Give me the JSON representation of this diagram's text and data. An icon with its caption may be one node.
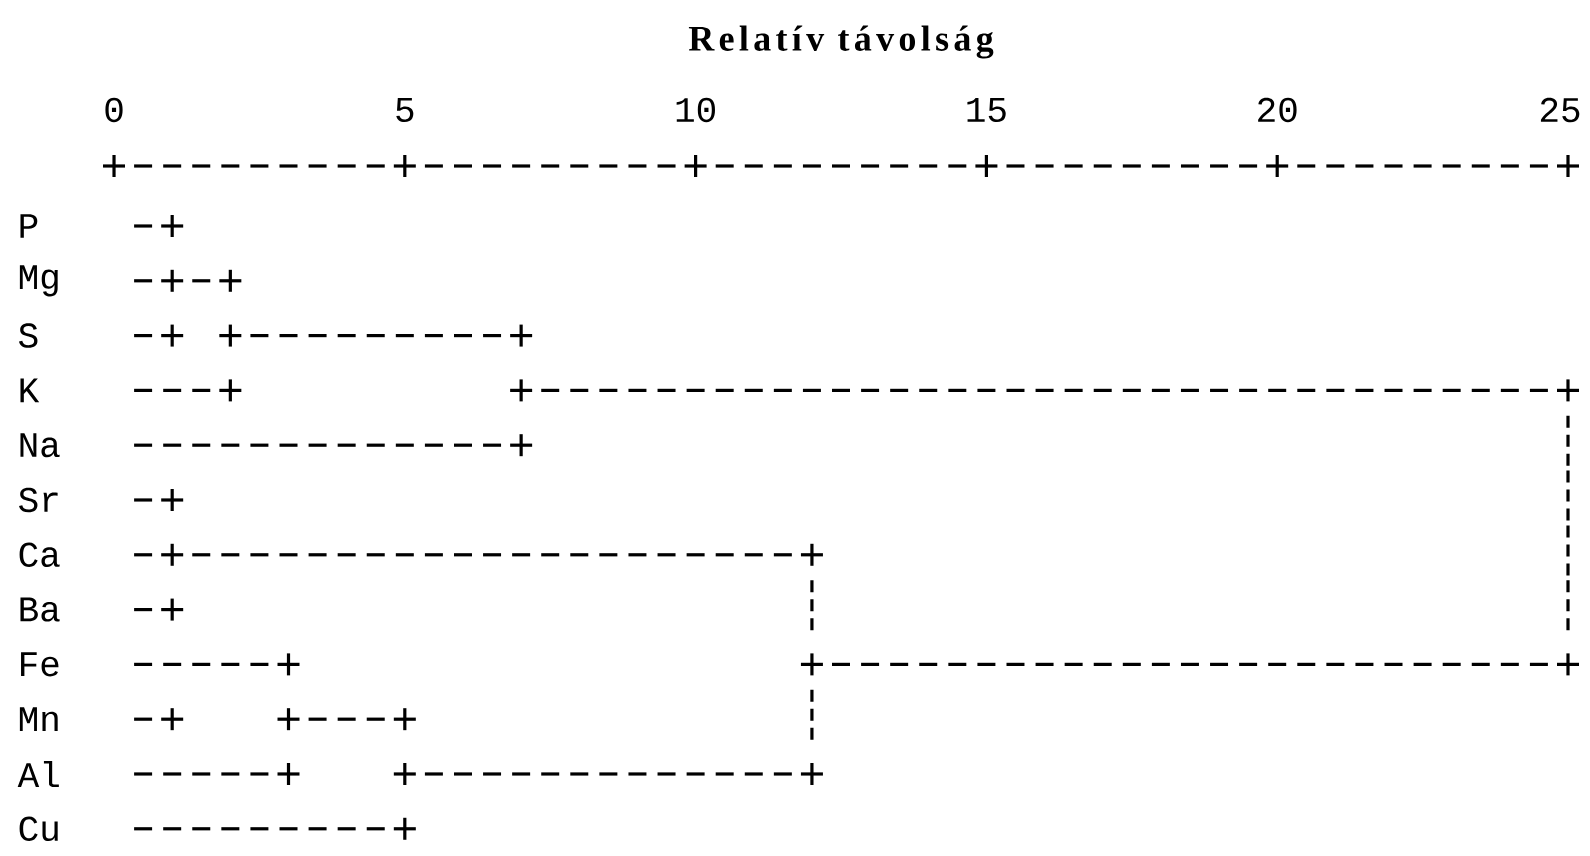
{
  "diagram": {
    "title": "Relatív távolság",
    "labels": [
      "0",
      "5",
      "10",
      "15",
      "20",
      "25",
      "P",
      "Mg",
      "S",
      "K",
      "Na",
      "Sr",
      "Ca",
      "Ba",
      "Fe",
      "Mn",
      "Al",
      "Cu"
    ]
  }
}
